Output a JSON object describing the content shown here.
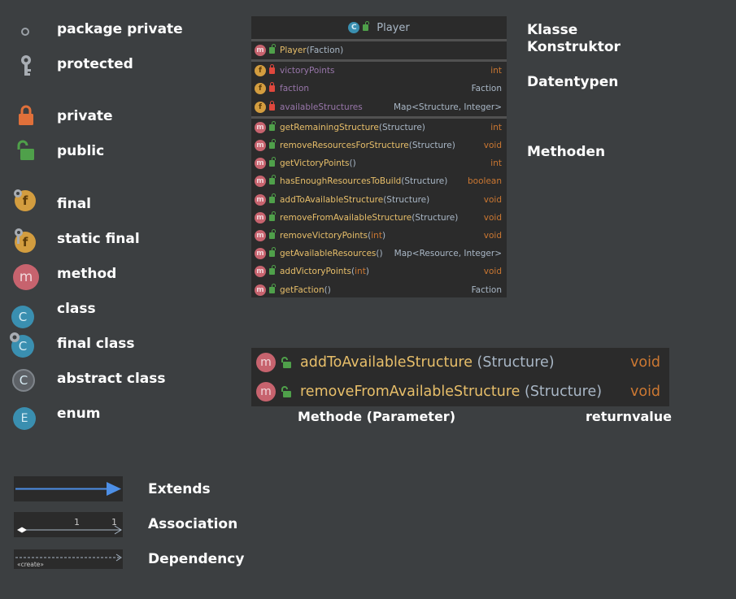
{
  "legend": [
    {
      "label": "package private",
      "icon": "package-private-icon"
    },
    {
      "label": "protected",
      "icon": "protected-key-icon"
    },
    {
      "label": "private",
      "icon": "private-lock-icon"
    },
    {
      "label": "public",
      "icon": "public-lock-icon"
    },
    {
      "label": "final",
      "icon": "final-field-icon",
      "glyph": "f"
    },
    {
      "label": "static final",
      "icon": "static-final-field-icon",
      "glyph": "f"
    },
    {
      "label": "method",
      "icon": "method-icon",
      "glyph": "m"
    },
    {
      "label": "class",
      "icon": "class-icon",
      "glyph": "C"
    },
    {
      "label": "final class",
      "icon": "final-class-icon",
      "glyph": "C"
    },
    {
      "label": "abstract class",
      "icon": "abstract-class-icon",
      "glyph": "C"
    },
    {
      "label": "enum",
      "icon": "enum-icon",
      "glyph": "E"
    }
  ],
  "class_box": {
    "title": "Player",
    "class_glyph": "C",
    "constructor": {
      "name": "Player",
      "params": "(Faction)"
    },
    "fields": [
      {
        "name": "victoryPoints",
        "type": "int"
      },
      {
        "name": "faction",
        "type": "Faction"
      },
      {
        "name": "availableStructures",
        "type": "Map<Structure, Integer>"
      }
    ],
    "methods": [
      {
        "name": "getRemainingStructure",
        "params": "(Structure)",
        "ret": "int"
      },
      {
        "name": "removeResourcesForStructure",
        "params": "(Structure)",
        "ret": "void"
      },
      {
        "name": "getVictoryPoints",
        "params": "()",
        "ret": "int"
      },
      {
        "name": "hasEnoughResourcesToBuild",
        "params": "(Structure)",
        "ret": "boolean"
      },
      {
        "name": "addToAvailableStructure",
        "params": "(Structure)",
        "ret": "void"
      },
      {
        "name": "removeFromAvailableStructure",
        "params": "(Structure)",
        "ret": "void"
      },
      {
        "name": "removeVictoryPoints",
        "params": "(int)",
        "ret": "void"
      },
      {
        "name": "getAvailableResources",
        "params": "()",
        "ret": "Map<Resource, Integer>"
      },
      {
        "name": "addVictoryPoints",
        "params": "(int)",
        "ret": "void"
      },
      {
        "name": "getFaction",
        "params": "()",
        "ret": "Faction"
      }
    ]
  },
  "annotations": {
    "klasse": "Klasse",
    "konstruktor": "Konstruktor",
    "datentypen": "Datentypen",
    "methoden": "Methoden"
  },
  "zoom_example": {
    "rows": [
      {
        "name": "addToAvailableStructure",
        "params": " (Structure)",
        "ret": "void"
      },
      {
        "name": "removeFromAvailableStructure",
        "params": " (Structure)",
        "ret": "void"
      }
    ],
    "caption_left": "Methode (Parameter)",
    "caption_right": "returnvalue"
  },
  "arrows": [
    {
      "label": "Extends",
      "icon": "extends-arrow-icon"
    },
    {
      "label": "Association",
      "icon": "association-arrow-icon",
      "multiplicity_left": "1",
      "multiplicity_right": "1"
    },
    {
      "label": "Dependency",
      "icon": "dependency-arrow-icon",
      "stereotype": "«create»"
    }
  ],
  "colors": {
    "background": "#3c3f41",
    "box": "#2b2b2b",
    "method_icon": "#c7636e",
    "field_icon": "#d39d3f",
    "class_icon": "#3a8fb0",
    "method_name": "#e8bf6a",
    "field_name": "#9876aa",
    "keyword": "#cc7832",
    "extends_arrow": "#4d8fe6"
  }
}
